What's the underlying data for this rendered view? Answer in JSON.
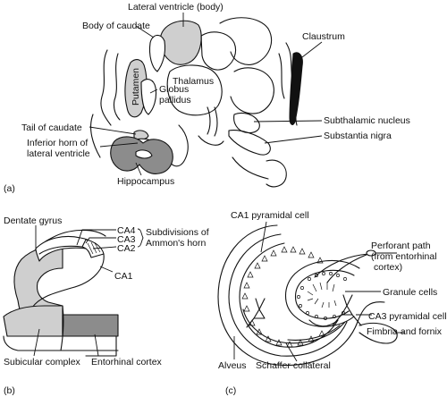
{
  "panels": {
    "a": {
      "panel_label": "(a)",
      "labels": {
        "lateral_ventricle_body": "Lateral ventricle (body)",
        "body_of_caudate": "Body of caudate",
        "claustrum": "Claustrum",
        "thalamus": "Thalamus",
        "putamen": "Putamen",
        "globus_pallidus_1": "Globus",
        "globus_pallidus_2": "pallidus",
        "subthalamic_nucleus": "Subthalamic nucleus",
        "tail_of_caudate": "Tail of caudate",
        "substantia_nigra": "Substantia nigra",
        "inferior_horn_1": "Inferior horn of",
        "inferior_horn_2": "lateral ventricle",
        "hippocampus": "Hippocampus"
      }
    },
    "b": {
      "panel_label": "(b)",
      "labels": {
        "dentate_gyrus": "Dentate gyrus",
        "ca4": "CA4",
        "ca3": "CA3",
        "ca2": "CA2",
        "subdivisions_1": "Subdivisions of",
        "subdivisions_2": "Ammon's horn",
        "ca1": "CA1",
        "subicular_complex": "Subicular complex",
        "entorhinal_cortex": "Entorhinal cortex"
      }
    },
    "c": {
      "panel_label": "(c)",
      "labels": {
        "ca1_pyramidal_cell": "CA1 pyramidal cell",
        "perforant_path_1": "Perforant path",
        "perforant_path_2": "(from entorhinal",
        "perforant_path_3": "cortex)",
        "granule_cells": "Granule cells",
        "ca3_pyramidal_cell": "CA3 pyramidal cell",
        "fimbria_and_fornix": "Fimbria and fornix",
        "alveus": "Alveus",
        "schaffer_collateral": "Schaffer collateral"
      }
    }
  },
  "colors": {
    "light_gray": "#cfcfcf",
    "dark_gray": "#8c8c8c",
    "black": "#111111"
  }
}
